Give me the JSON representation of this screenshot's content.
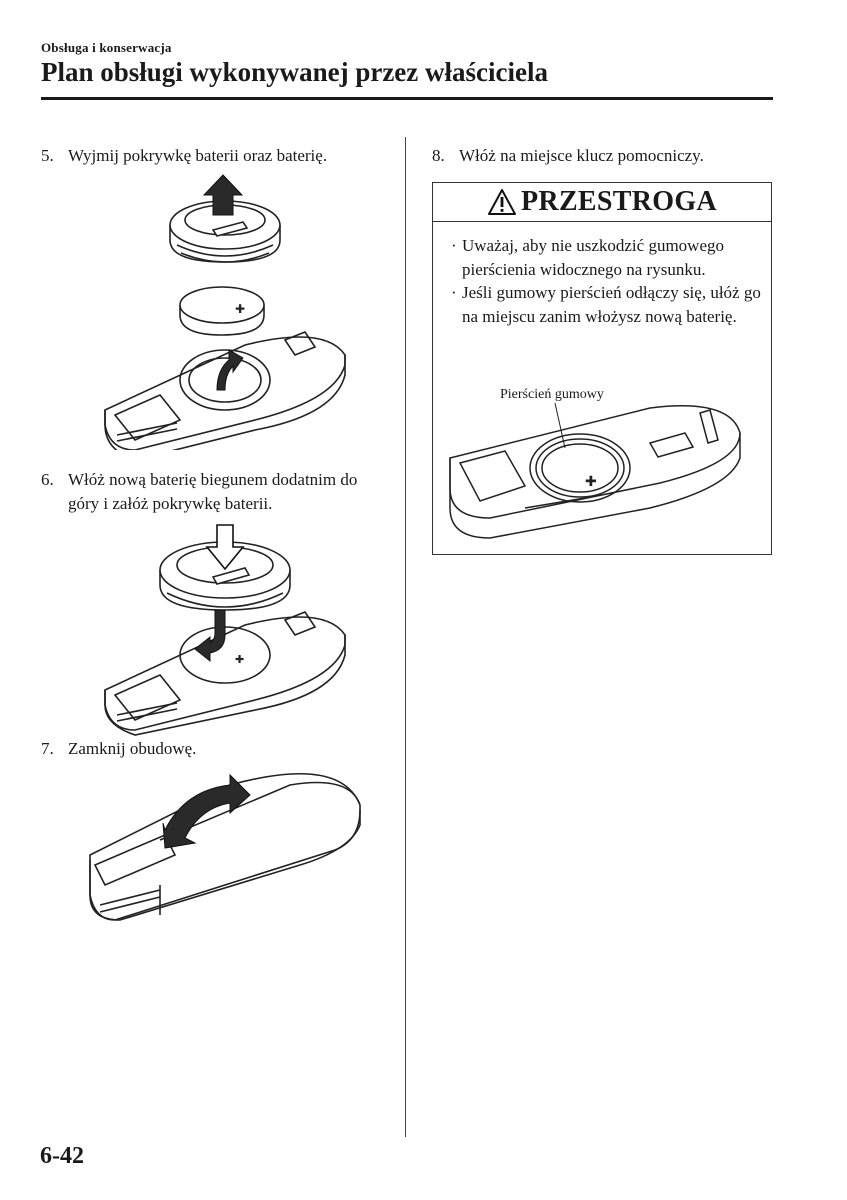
{
  "header": {
    "section": "Obsługa i konserwacja",
    "title": "Plan obsługi wykonywanej przez właściciela"
  },
  "steps": [
    {
      "number": "5.",
      "text": "Wyjmij pokrywkę baterii oraz baterię."
    },
    {
      "number": "6.",
      "text": "Włóż nową baterię biegunem dodatnim do góry i załóż pokrywkę baterii."
    },
    {
      "number": "7.",
      "text": "Zamknij obudowę."
    },
    {
      "number": "8.",
      "text": "Włóż na miejsce klucz pomocniczy."
    }
  ],
  "caution": {
    "title": "PRZESTROGA",
    "items": [
      "Uważaj, aby nie uszkodzić gumowego pierścienia widocznego na rysunku.",
      "Jeśli gumowy pierścień odłączy się, ułóż go na miejscu zanim włożysz nową baterię."
    ],
    "figure_label": "Pierścień gumowy",
    "bullet": "·"
  },
  "footer": {
    "page_number": "6-42"
  },
  "icons": {
    "warning": "warning-triangle-icon",
    "arrow": "arrow-icon"
  }
}
